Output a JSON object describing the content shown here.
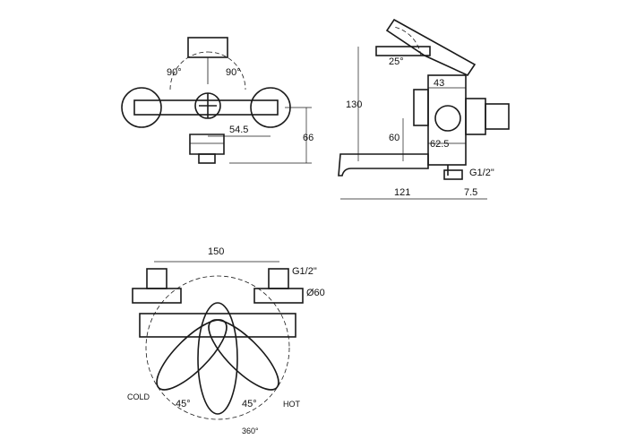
{
  "front_view": {
    "angle_left": "90°",
    "angle_right": "90°",
    "dim_spout_offset": "54.5",
    "dim_height": "66"
  },
  "side_view": {
    "angle_handle": "25°",
    "dim_body_width": "43",
    "dim_total_height": "130",
    "dim_outlet_height": "60",
    "dim_center": "62.5",
    "thread": "G1/2\"",
    "dim_spout_length": "121",
    "dim_wall_gap": "7.5"
  },
  "top_view": {
    "dim_center_distance": "150",
    "thread": "G1/2\"",
    "dim_escutcheon": "Ø60",
    "label_cold": "COLD",
    "label_hot": "HOT",
    "angle_cold": "45°",
    "angle_hot": "45°",
    "angle_rotation": "360°"
  }
}
